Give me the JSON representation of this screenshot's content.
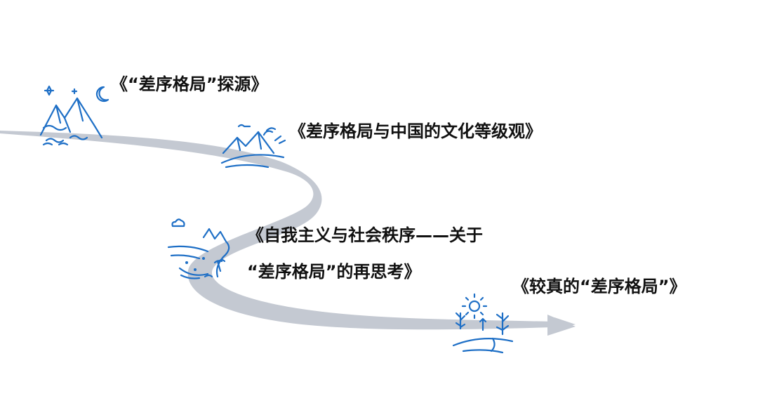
{
  "colors": {
    "road": "#c4c9d2",
    "icon": "#1e6fc6",
    "text": "#111111"
  },
  "milestones": [
    {
      "icon": "night-mountain-icon",
      "lines": [
        "《“差序格局”探源》"
      ]
    },
    {
      "icon": "mountain-lake-icon",
      "lines": [
        "《差序格局与中国的文化等级观》"
      ]
    },
    {
      "icon": "coast-island-icon",
      "lines": [
        "《自我主义与社会秩序——关于",
        "“差序格局”的再思考》"
      ]
    },
    {
      "icon": "sun-trees-field-icon",
      "lines": [
        "《较真的“差序格局”》"
      ]
    }
  ]
}
